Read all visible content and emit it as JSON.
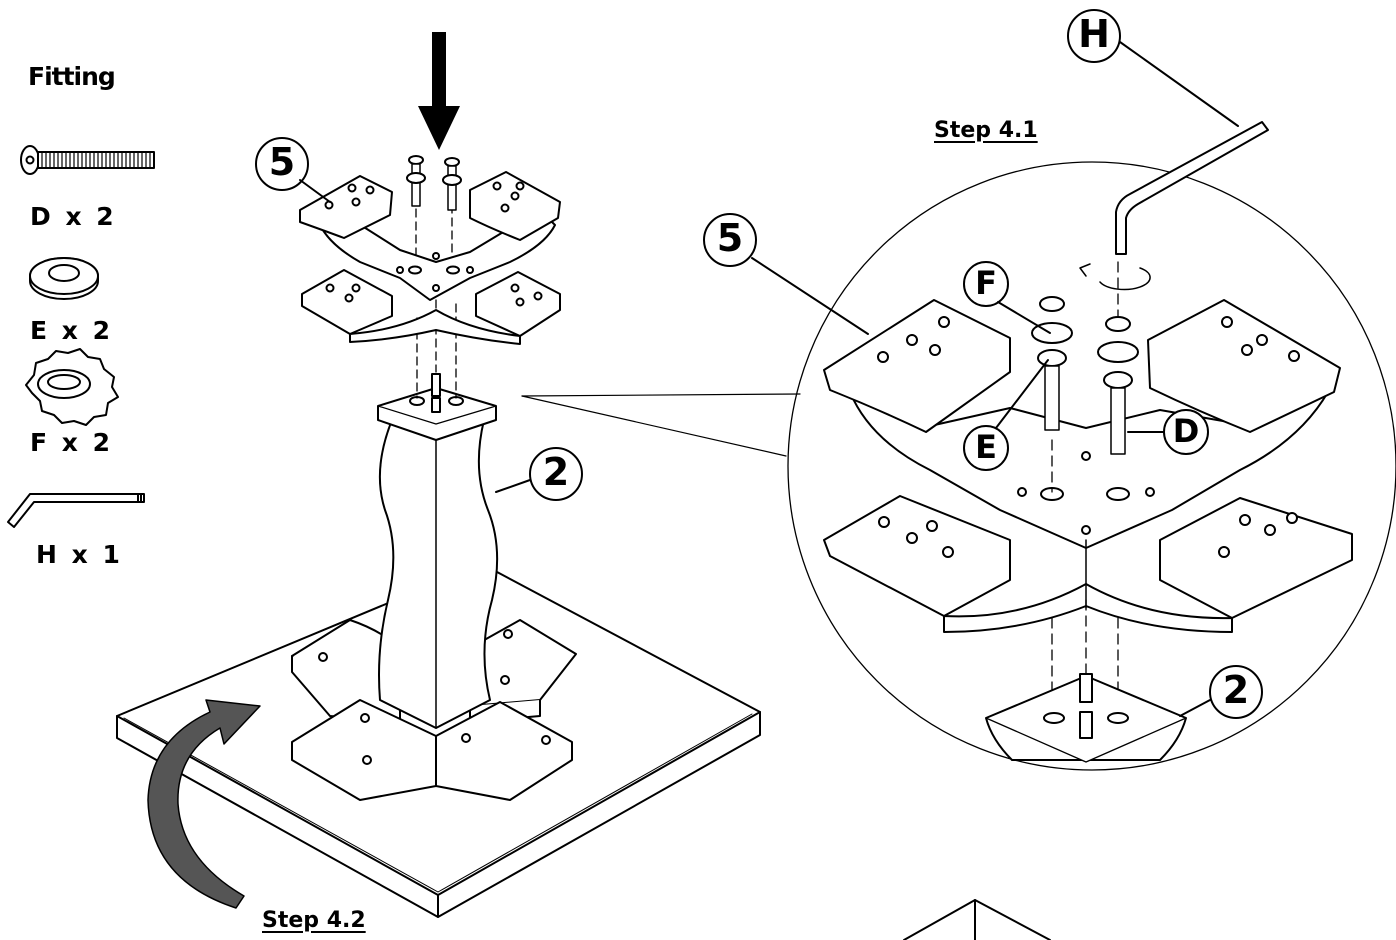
{
  "fitting": {
    "title": "Fitting",
    "items": [
      {
        "label": "D x 2",
        "icon": "bolt-icon"
      },
      {
        "label": "E x 2",
        "icon": "washer-icon"
      },
      {
        "label": "F x 2",
        "icon": "lock-washer-icon"
      },
      {
        "label": "H x 1",
        "icon": "allen-key-icon"
      }
    ]
  },
  "steps": {
    "step_4_1": "Step 4.1",
    "step_4_2": "Step 4.2"
  },
  "callouts": {
    "main_top_piece": "5",
    "main_column": "2",
    "detail_top_piece": "5",
    "detail_column": "2",
    "detail_tool": "H",
    "detail_lock_washer": "F",
    "detail_washer": "E",
    "detail_bolt": "D"
  }
}
